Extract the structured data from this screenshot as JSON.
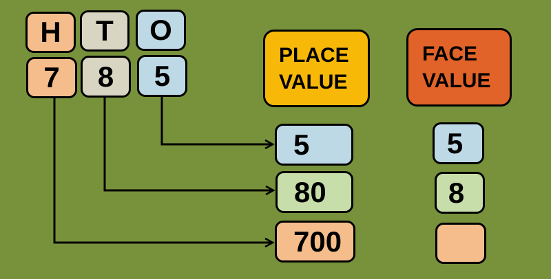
{
  "colors": {
    "background": "#78923C",
    "peach": "#F6BD8C",
    "beige": "#D9D5C3",
    "blue": "#BED9E6",
    "green": "#C8DEAA",
    "yellow": "#F8B808",
    "red_orange": "#E2632A",
    "line": "#000000"
  },
  "digit_table": {
    "column_labels": [
      {
        "label": "H"
      },
      {
        "label": "T"
      },
      {
        "label": "O"
      }
    ],
    "digits": [
      {
        "value": "7"
      },
      {
        "value": "8"
      },
      {
        "value": "5"
      }
    ]
  },
  "place_value": {
    "header_line1": "PLACE",
    "header_line2": "VALUE",
    "items": [
      {
        "value": "5"
      },
      {
        "value": "80"
      },
      {
        "value": "700"
      }
    ]
  },
  "face_value": {
    "header_line1": "FACE",
    "header_line2": "VALUE",
    "items": [
      {
        "value": "5"
      },
      {
        "value": "8"
      },
      {
        "value": ""
      }
    ]
  }
}
